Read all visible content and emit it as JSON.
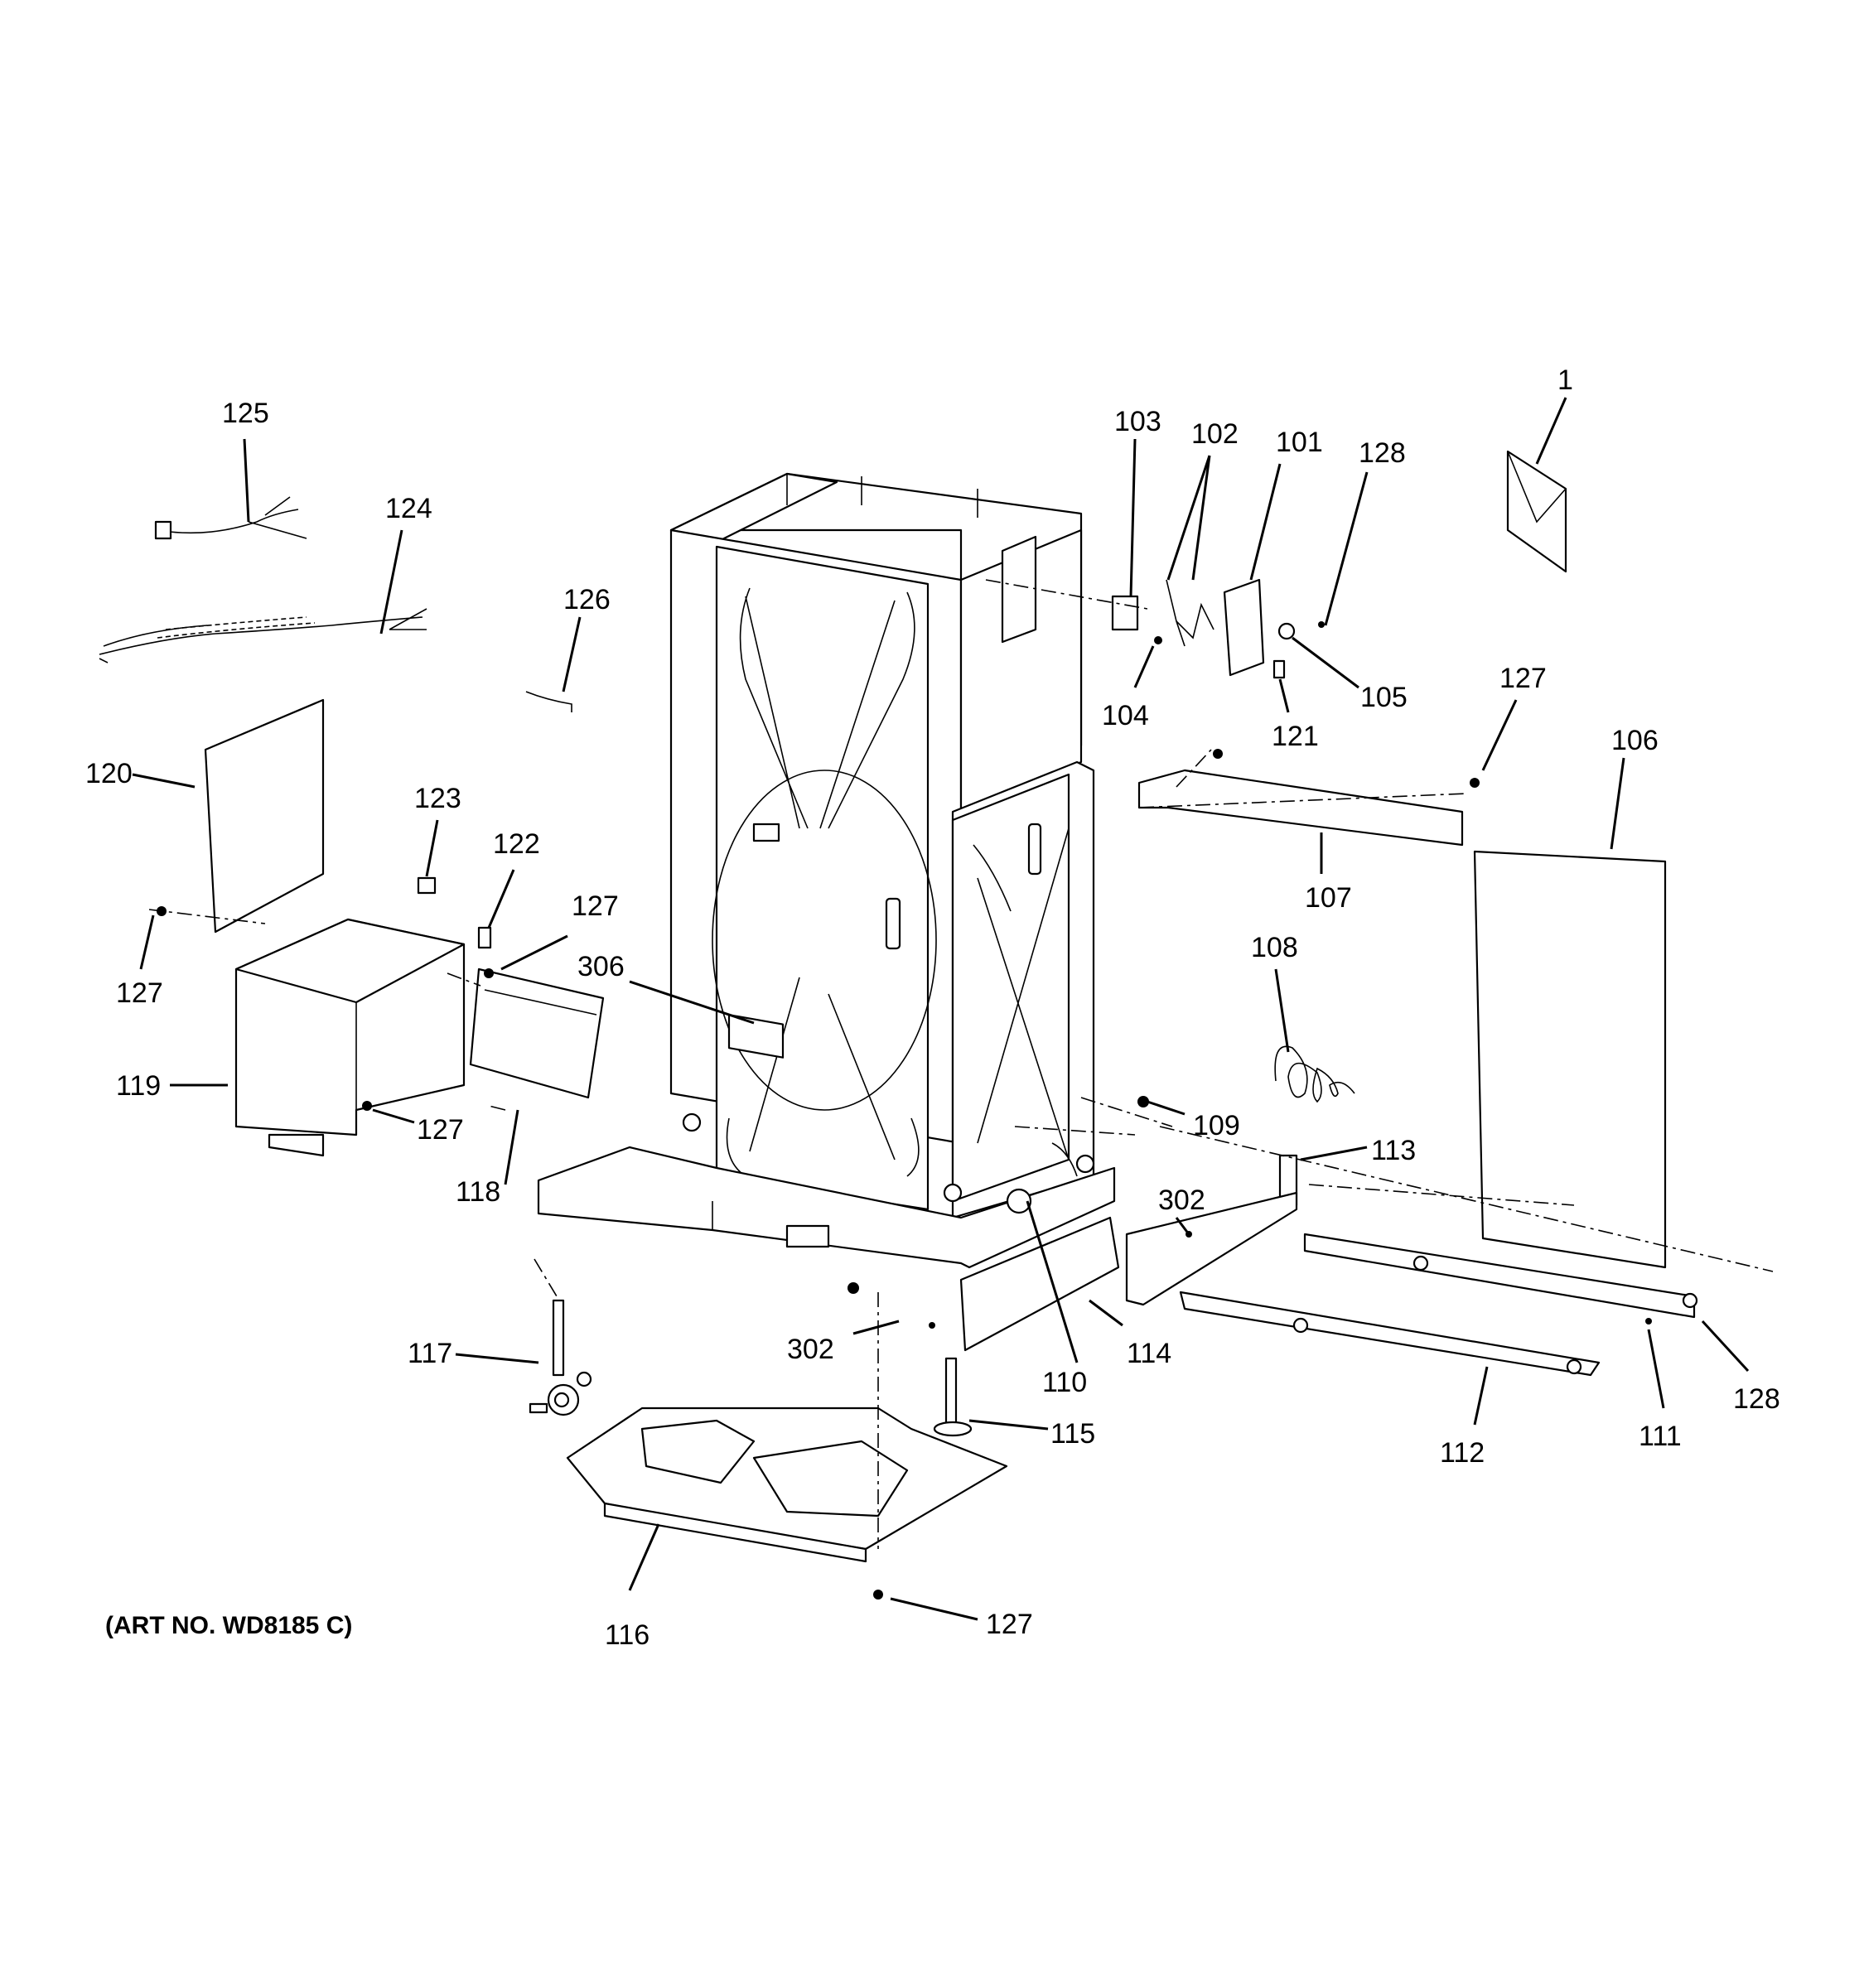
{
  "callouts": {
    "c1": "1",
    "c101": "101",
    "c102": "102",
    "c103": "103",
    "c104": "104",
    "c105": "105",
    "c106": "106",
    "c107": "107",
    "c108": "108",
    "c109": "109",
    "c110": "110",
    "c111": "111",
    "c112": "112",
    "c113": "113",
    "c114": "114",
    "c115": "115",
    "c116": "116",
    "c117": "117",
    "c118": "118",
    "c119": "119",
    "c120": "120",
    "c121": "121",
    "c122": "122",
    "c123": "123",
    "c124": "124",
    "c125": "125",
    "c126": "126",
    "c127": "127",
    "c128": "128",
    "c302": "302",
    "c306": "306"
  },
  "art_number": "(ART NO. WD8185 C)"
}
